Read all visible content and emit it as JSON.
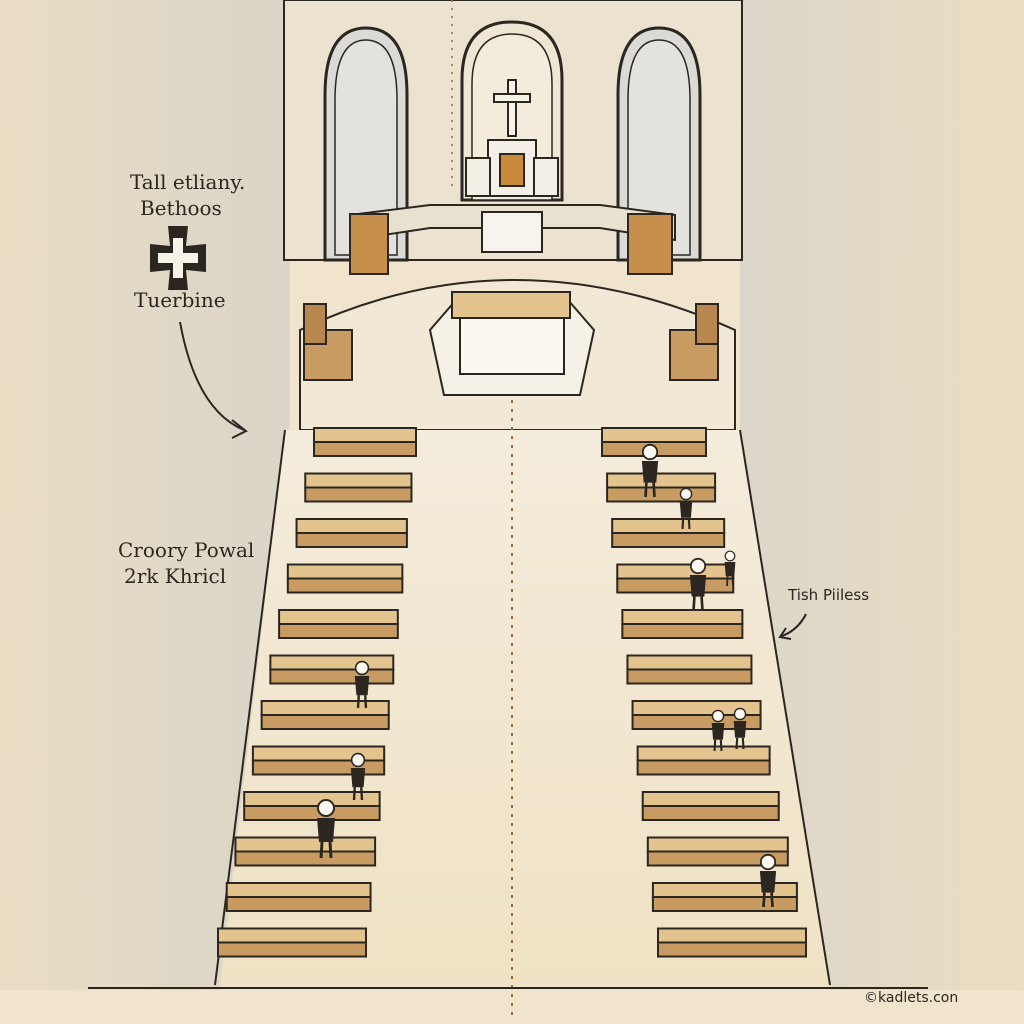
{
  "labels": {
    "top_line1": "Tall etliany.",
    "top_line2": "Bethoos",
    "top_line3": "Tuerbine",
    "mid_line1": "Croory Powal",
    "mid_line2": "2rk Khricl",
    "right_label": "Tish Piiless",
    "signature": "©kadlets.con"
  },
  "icons": [
    "cross-emblem-icon",
    "altar-cross-icon"
  ],
  "colors": {
    "paper": "#f3ead8",
    "ink": "#2b2620",
    "wood": "#c79b62",
    "wood_light": "#e3c48f",
    "wall": "#d9d4c8"
  }
}
